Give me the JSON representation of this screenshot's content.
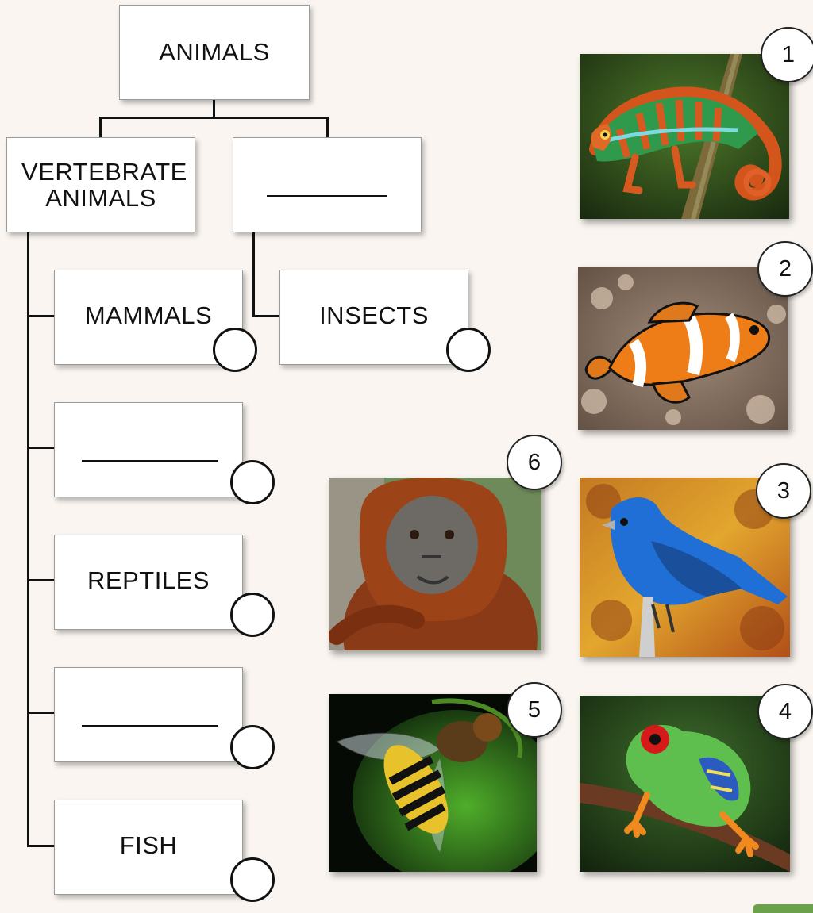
{
  "tree": {
    "root": "ANIMALS",
    "vertebrate": "VERTEBRATE ANIMALS",
    "invertebrate_blank": "",
    "mammals": "MAMMALS",
    "insects": "INSECTS",
    "blank_1": "",
    "reptiles": "REPTILES",
    "blank_2": "",
    "fish": "FISH"
  },
  "photos": [
    {
      "number": "1",
      "icon": "chameleon"
    },
    {
      "number": "2",
      "icon": "clownfish"
    },
    {
      "number": "3",
      "icon": "blue-bird"
    },
    {
      "number": "4",
      "icon": "red-eyed-tree-frog"
    },
    {
      "number": "5",
      "icon": "hoverfly"
    },
    {
      "number": "6",
      "icon": "orangutan"
    }
  ]
}
